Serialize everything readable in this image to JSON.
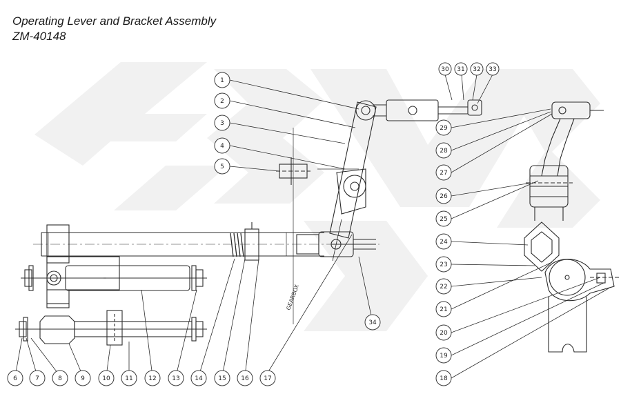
{
  "header": {
    "title": "Operating Lever and Bracket Assembly",
    "part_number": "ZM-40148"
  },
  "side_note": "GEARBOX",
  "callouts": {
    "c1": "1",
    "c2": "2",
    "c3": "3",
    "c4": "4",
    "c5": "5",
    "c6": "6",
    "c7": "7",
    "c8": "8",
    "c9": "9",
    "c10": "10",
    "c11": "11",
    "c12": "12",
    "c13": "13",
    "c14": "14",
    "c15": "15",
    "c16": "16",
    "c17": "17",
    "c18": "18",
    "c19": "19",
    "c20": "20",
    "c21": "21",
    "c22": "22",
    "c23": "23",
    "c24": "24",
    "c25": "25",
    "c26": "26",
    "c27": "27",
    "c28": "28",
    "c29": "29",
    "c30": "30",
    "c31": "31",
    "c32": "32",
    "c33": "33",
    "c34": "34"
  },
  "colors": {
    "line": "#2b2b2b",
    "watermark": "#f1f1f1",
    "callout_circle": "#3a3a3a"
  }
}
